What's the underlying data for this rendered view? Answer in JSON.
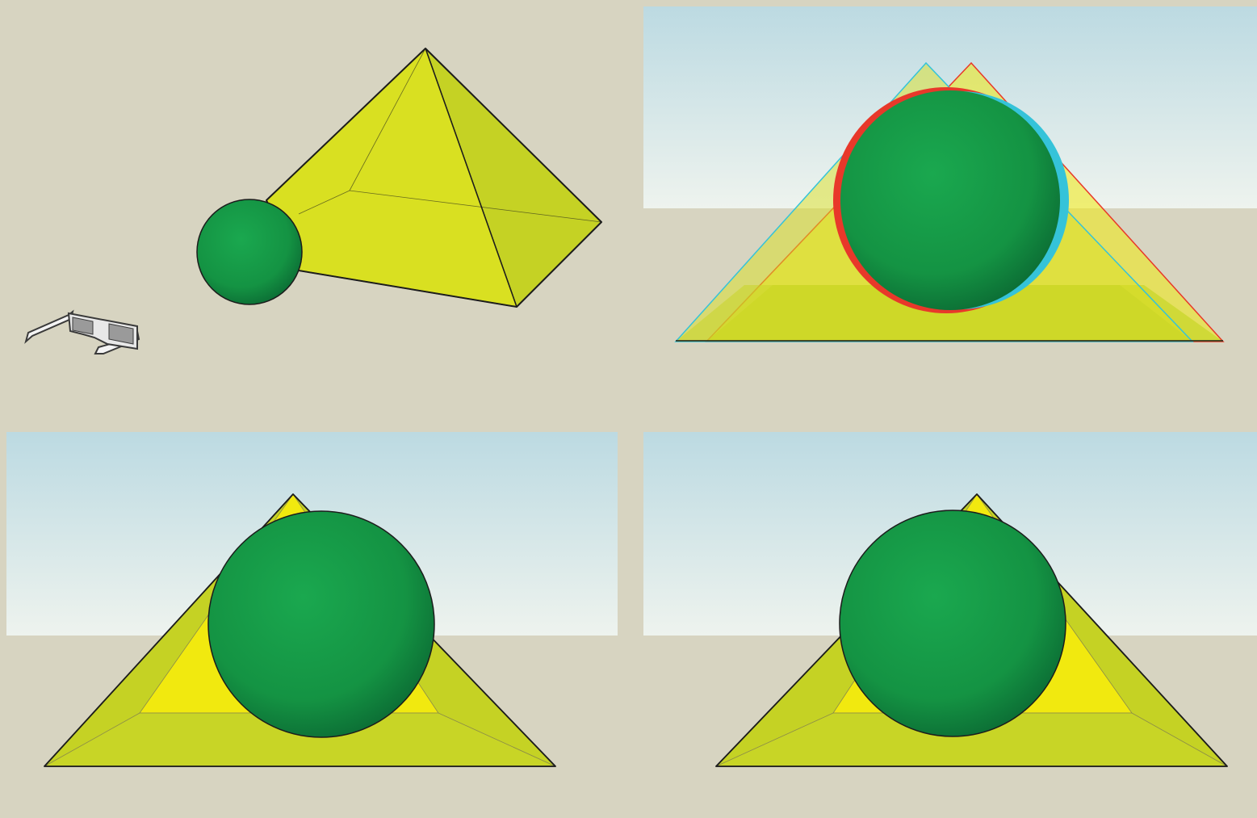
{
  "figure": {
    "panels": [
      {
        "id": "perspective-view",
        "objects": [
          "pyramid",
          "sphere",
          "3d-glasses"
        ]
      },
      {
        "id": "anaglyph-view",
        "objects": [
          "pyramid-left-eye",
          "pyramid-right-eye",
          "sphere-left-eye",
          "sphere-right-eye"
        ]
      },
      {
        "id": "left-eye-view",
        "objects": [
          "pyramid",
          "sphere"
        ]
      },
      {
        "id": "right-eye-view",
        "objects": [
          "pyramid",
          "sphere"
        ]
      }
    ]
  },
  "colors": {
    "background": "#d7d4c1",
    "sky_top": "#bcdae2",
    "sky_bottom": "#eef3ee",
    "ground": "#d7d4c1",
    "pyramid_face": "#d9e021",
    "pyramid_face_shade": "#c5d224",
    "pyramid_back": "#f1e90f",
    "sphere_light": "#1aa84f",
    "sphere_dark": "#0c6e35",
    "anaglyph_red": "#e8382a",
    "anaglyph_cyan": "#35c3d9",
    "outline": "#1c1c1c"
  },
  "icons": [
    "3d-glasses-icon"
  ]
}
